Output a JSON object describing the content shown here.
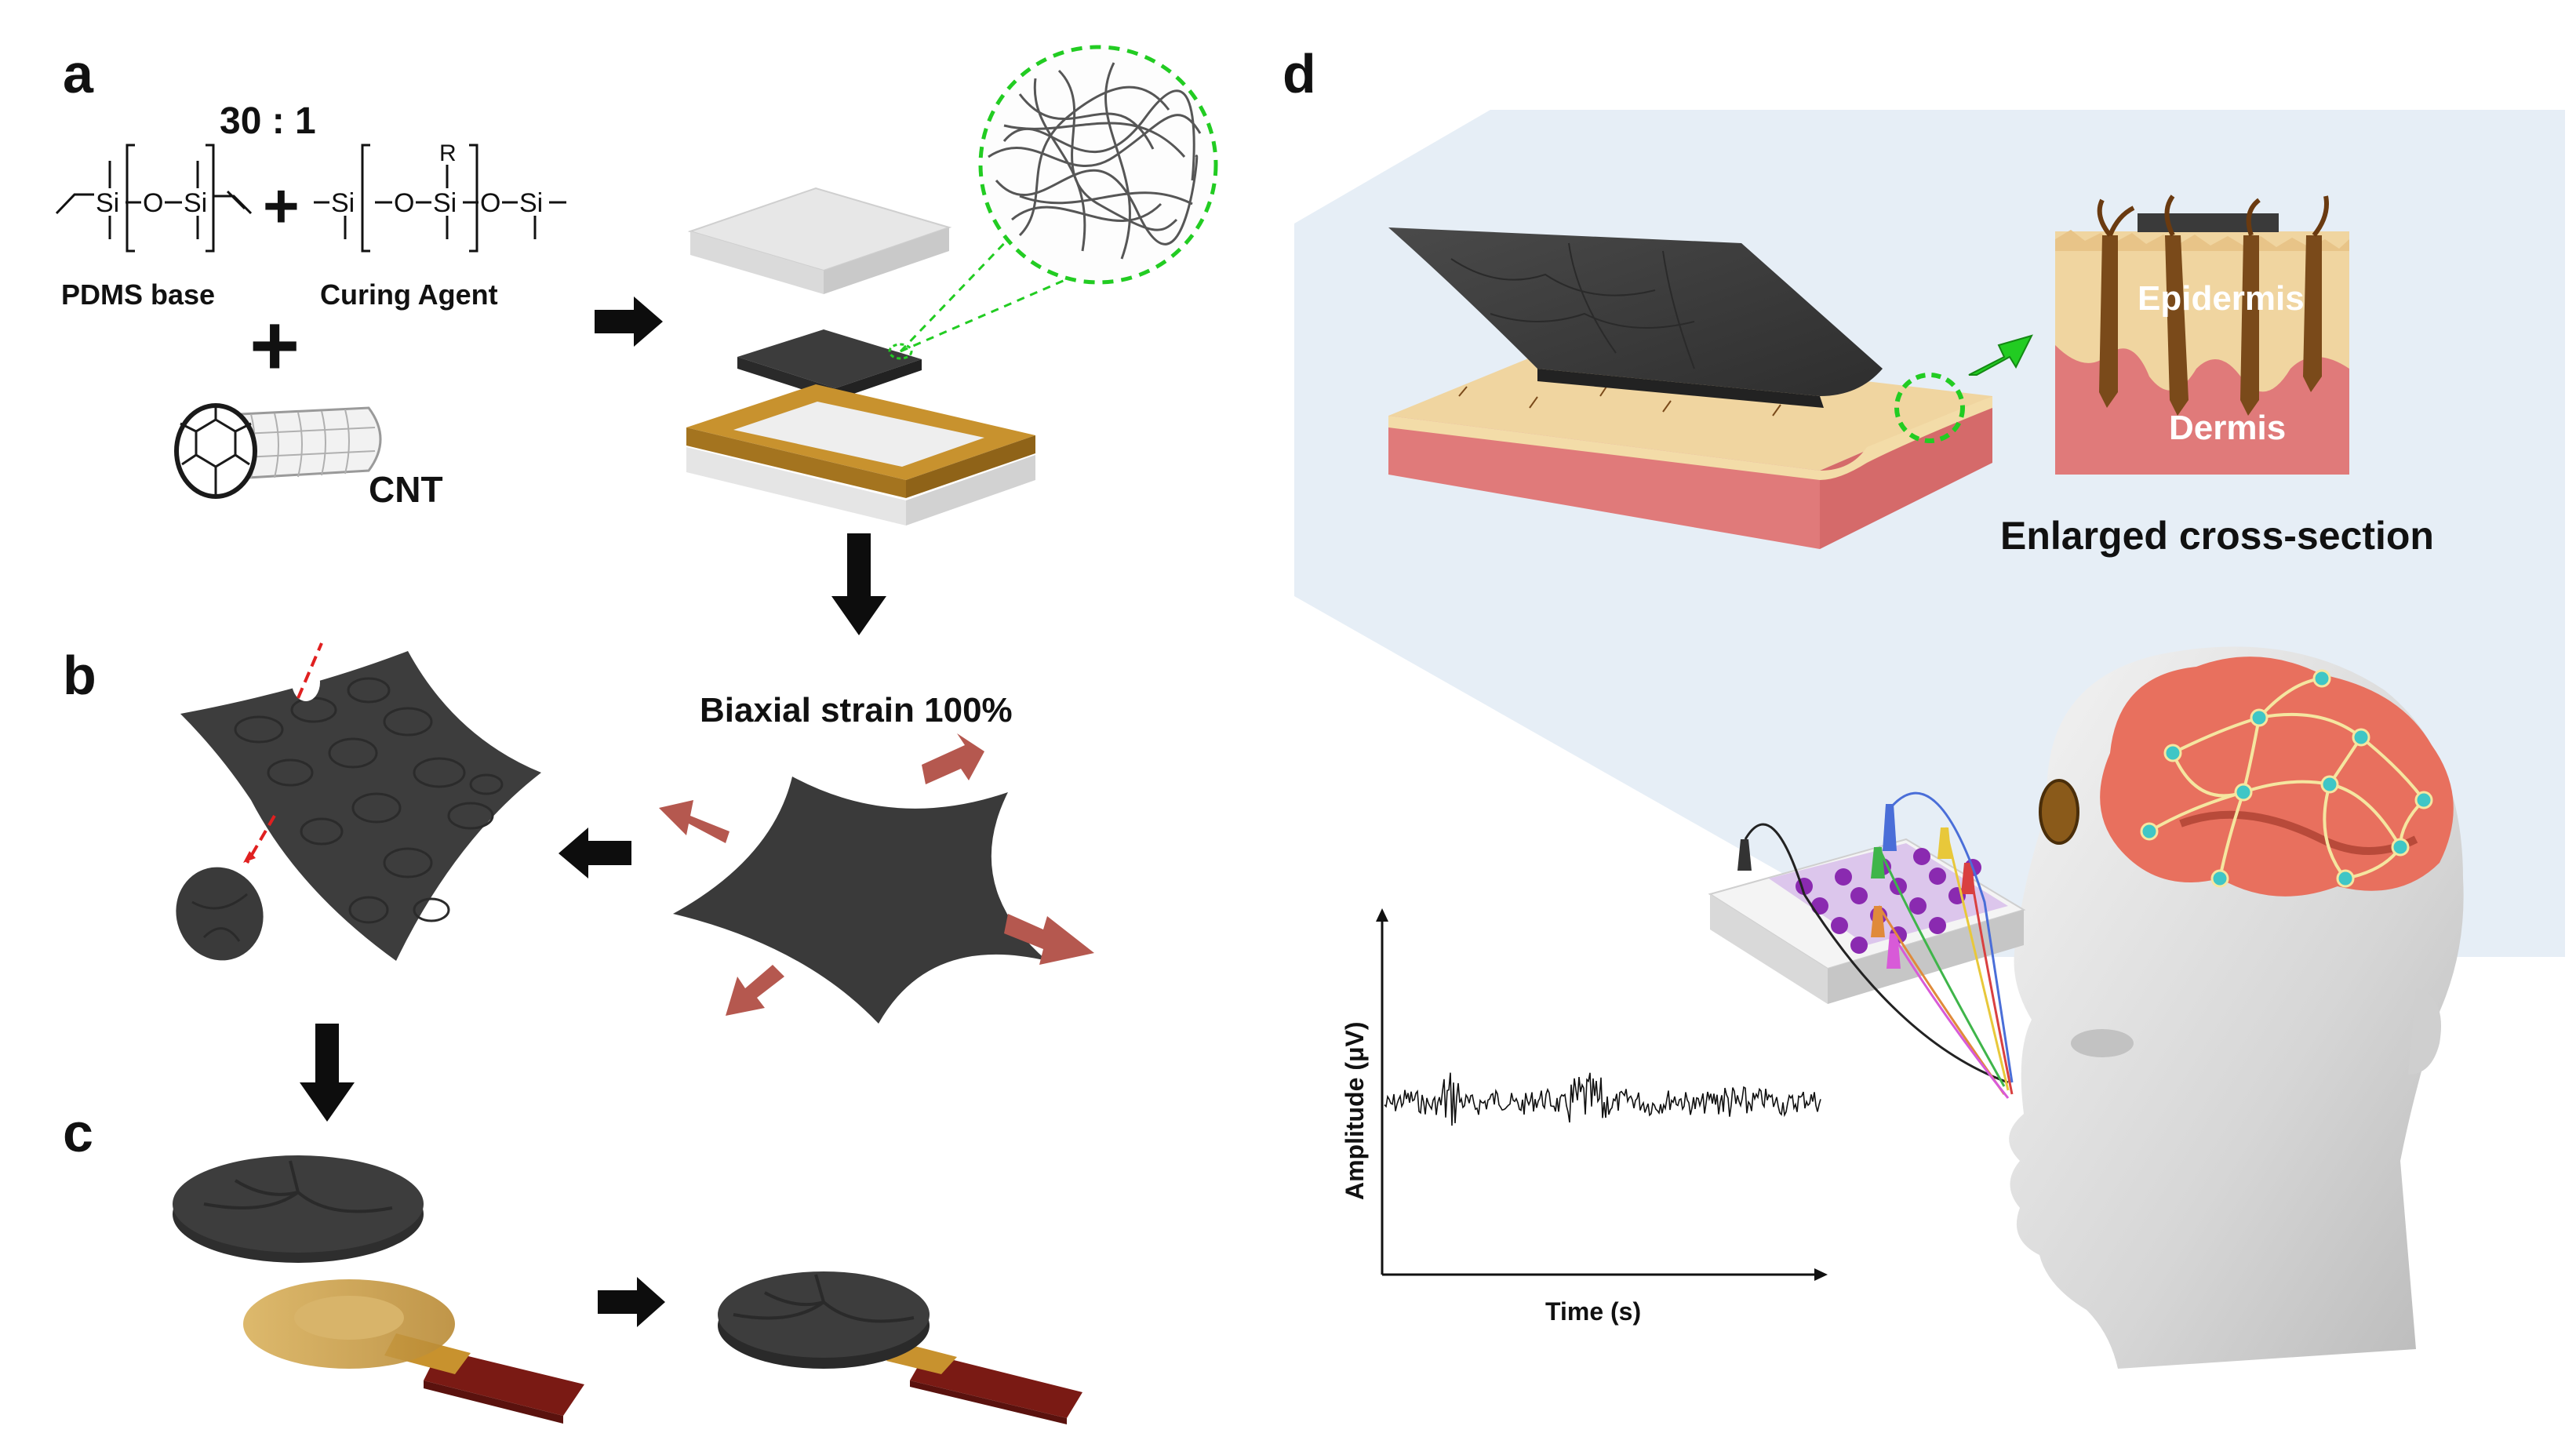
{
  "panels": {
    "a": {
      "letter": "a",
      "ratio": "30 : 1",
      "base_label": "PDMS base",
      "agent_label": "Curing Agent",
      "cnt_label": "CNT",
      "plus": "+",
      "chem": {
        "si": "Si",
        "o": "O",
        "r": "R",
        "dash": "–"
      }
    },
    "b": {
      "letter": "b",
      "strain_label": "Biaxial strain 100%"
    },
    "c": {
      "letter": "c"
    },
    "d": {
      "letter": "d",
      "epidermis": "Epidermis",
      "dermis": "Dermis",
      "cross_section": "Enlarged cross-section",
      "plot": {
        "ylabel": "Amplitude (μV)",
        "xlabel": "Time (s)"
      }
    }
  },
  "colors": {
    "film": "#3b3b3b",
    "film_dark": "#2a2a2a",
    "arrow": "#0d0d0d",
    "strain_arrow": "#b5584f",
    "green": "#22cc22",
    "skin_epi": "#f0d5a0",
    "skin_derm": "#e07a7a",
    "hair": "#7a4a1a",
    "gold": "#c8922e",
    "cable": "#7a1a14",
    "bg_callout": "#e6eef6",
    "brain": "#e8705e",
    "neural": "#f5e6a0"
  }
}
